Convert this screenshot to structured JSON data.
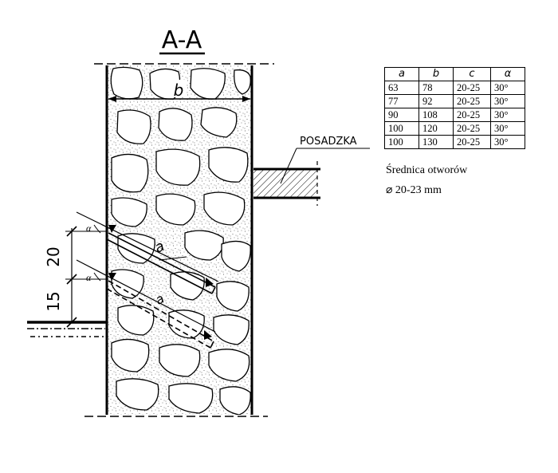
{
  "section_title": "A-A",
  "dim_b": "b",
  "dim_a": "a",
  "floor_label": "POSADZKA",
  "dim_20": "20",
  "dim_15": "15",
  "alpha_label": "α",
  "table": {
    "headers": [
      "a",
      "b",
      "c",
      "α"
    ],
    "rows": [
      [
        "63",
        "78",
        "20-25",
        "30°"
      ],
      [
        "77",
        "92",
        "20-25",
        "30°"
      ],
      [
        "90",
        "108",
        "20-25",
        "30°"
      ],
      [
        "100",
        "120",
        "20-25",
        "30°"
      ],
      [
        "100",
        "130",
        "20-25",
        "30°"
      ]
    ]
  },
  "note_title": "Średnica otworów",
  "note_value": "⌀ 20-23 mm"
}
